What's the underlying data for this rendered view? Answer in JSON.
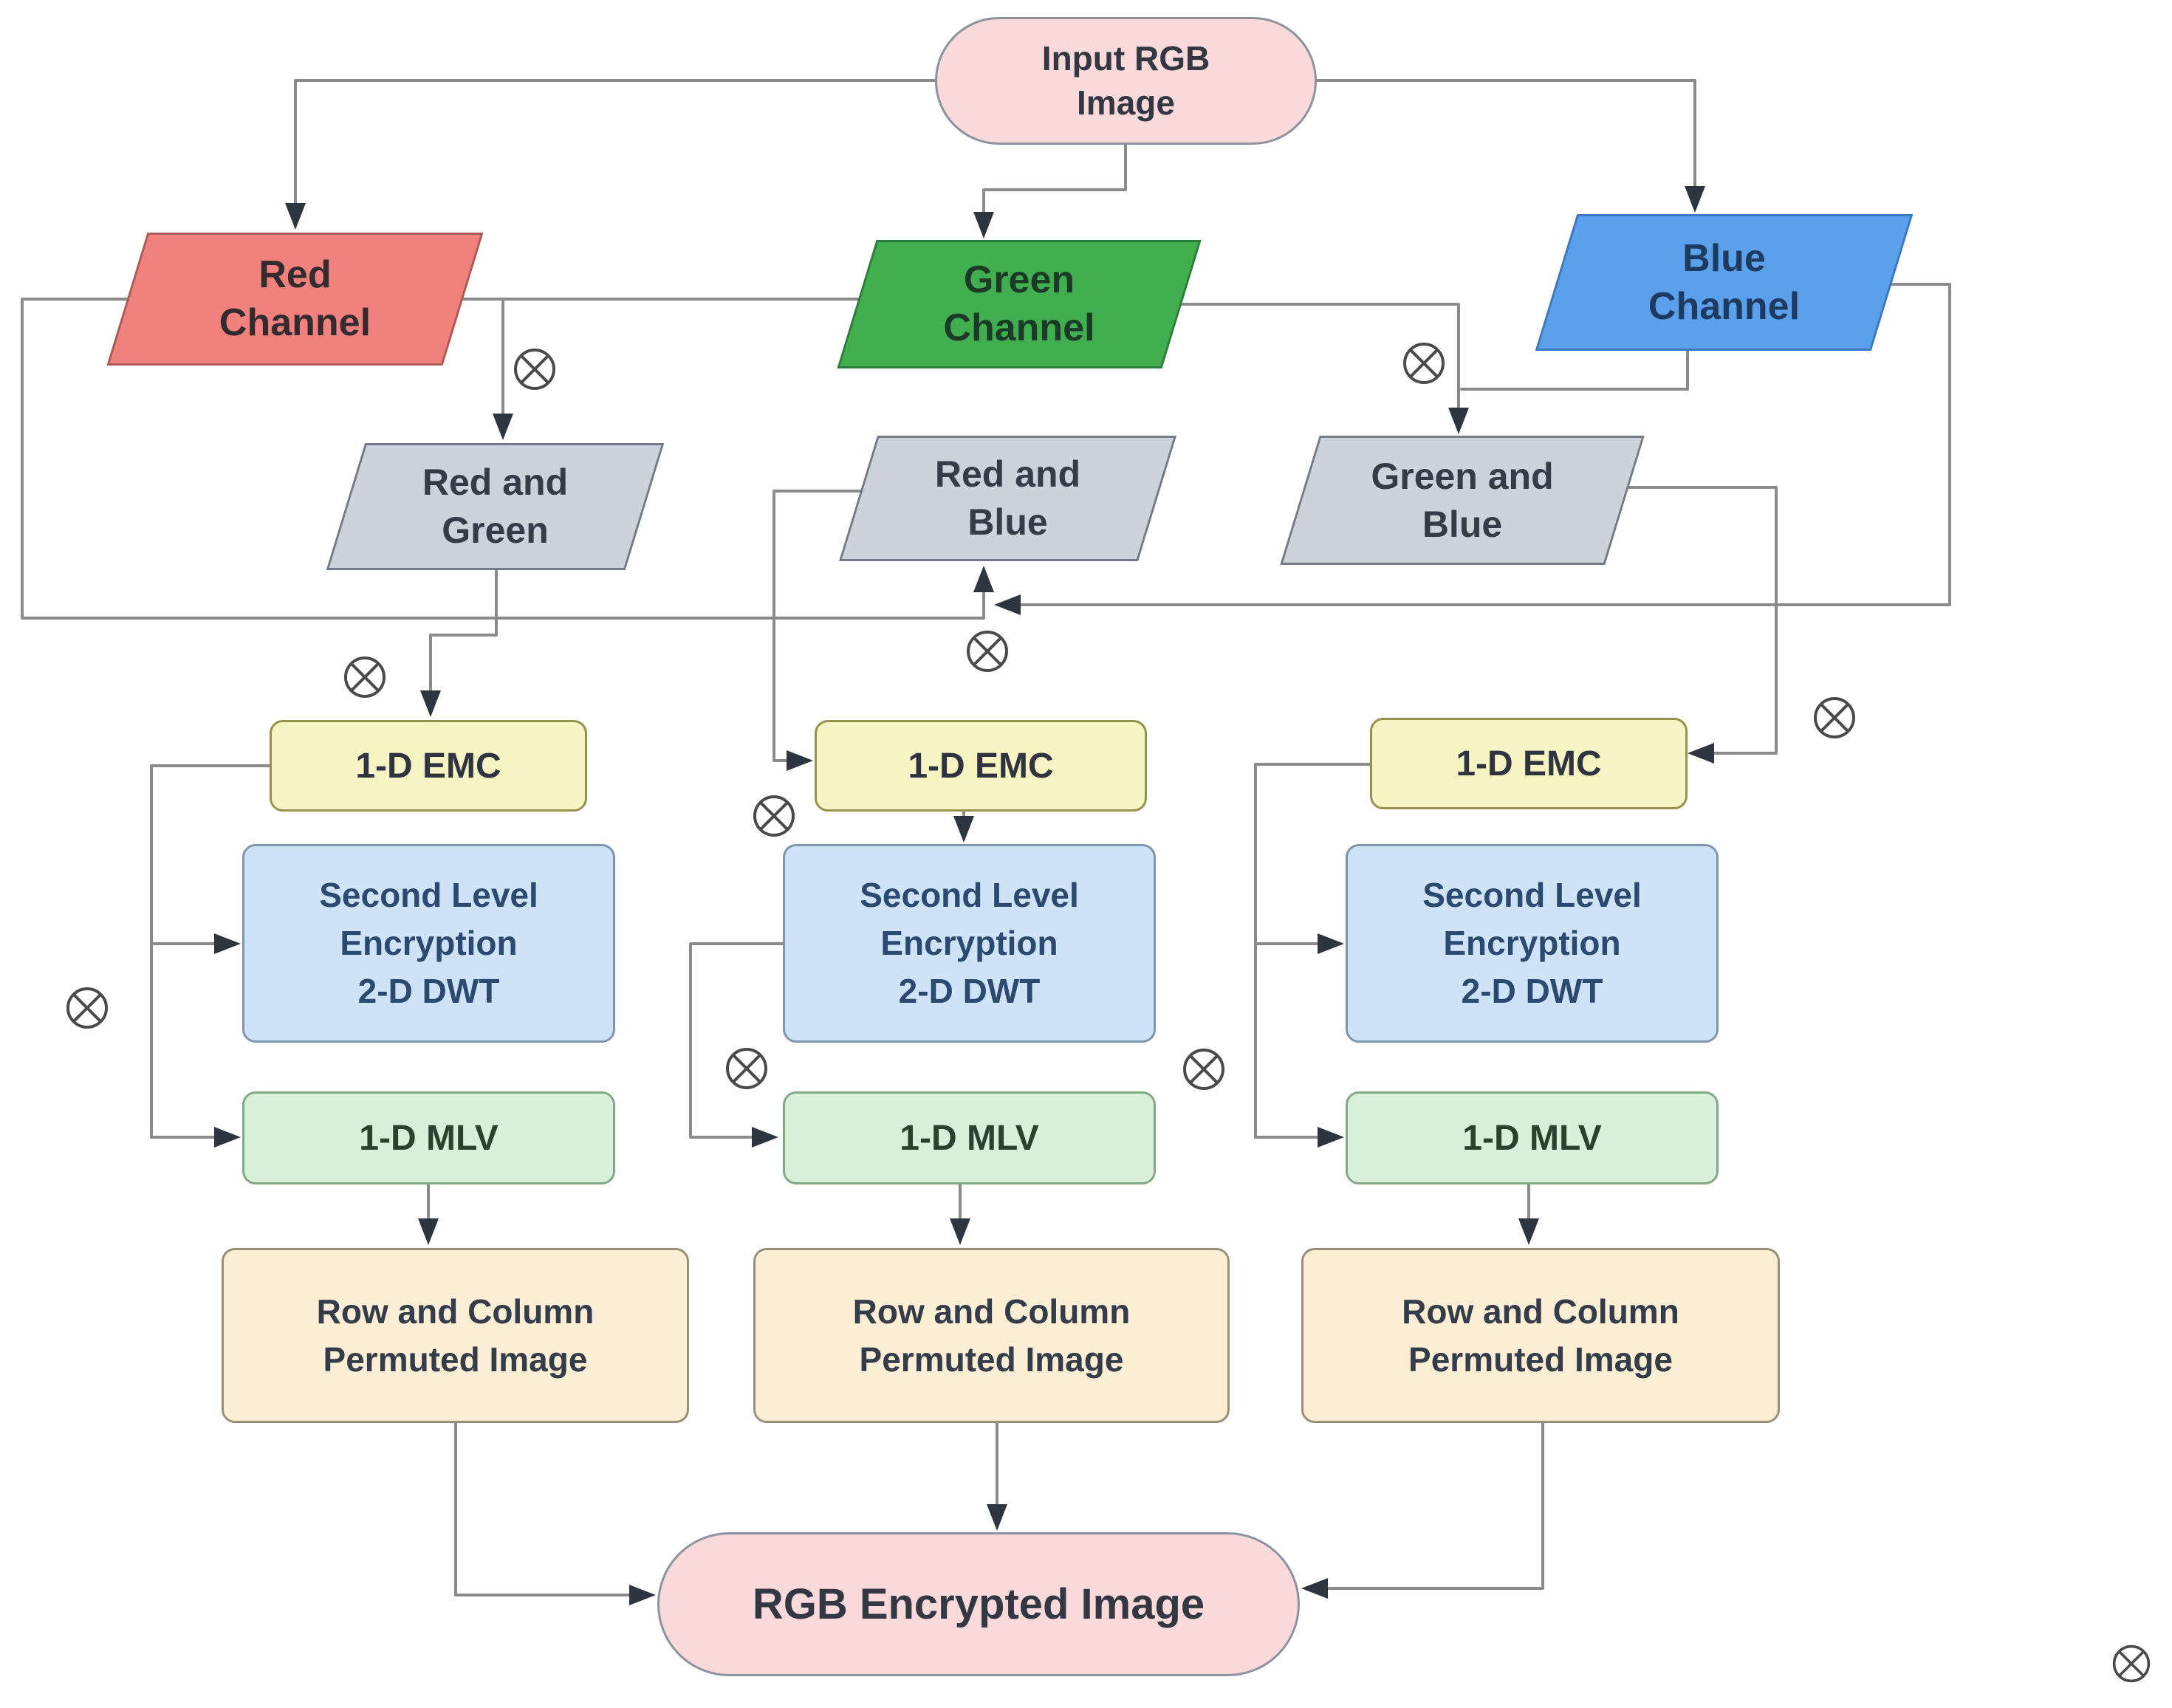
{
  "diagram": {
    "title": "RGB image encryption flowchart",
    "nodes": {
      "input_rgb_image": {
        "lines": [
          "Input RGB",
          "Image"
        ]
      },
      "red_channel": {
        "lines": [
          "Red",
          "Channel"
        ]
      },
      "green_channel": {
        "lines": [
          "Green",
          "Channel"
        ]
      },
      "blue_channel": {
        "lines": [
          "Blue",
          "Channel"
        ]
      },
      "red_and_green": {
        "lines": [
          "Red and",
          "Green"
        ]
      },
      "red_and_blue": {
        "lines": [
          "Red and",
          "Blue"
        ]
      },
      "green_and_blue": {
        "lines": [
          "Green and",
          "Blue"
        ]
      },
      "emc_left": {
        "label": "1-D EMC"
      },
      "emc_middle": {
        "label": "1-D EMC"
      },
      "emc_right": {
        "label": "1-D EMC"
      },
      "dwt_left": {
        "lines": [
          "Second Level",
          "Encryption",
          "2-D DWT"
        ]
      },
      "dwt_middle": {
        "lines": [
          "Second Level",
          "Encryption",
          "2-D DWT"
        ]
      },
      "dwt_right": {
        "lines": [
          "Second Level",
          "Encryption",
          "2-D DWT"
        ]
      },
      "mlv_left": {
        "label": "1-D MLV"
      },
      "mlv_middle": {
        "label": "1-D MLV"
      },
      "mlv_right": {
        "label": "1-D MLV"
      },
      "permuted_left": {
        "lines": [
          "Row and Column",
          "Permuted Image"
        ]
      },
      "permuted_middle": {
        "lines": [
          "Row and Column",
          "Permuted Image"
        ]
      },
      "permuted_right": {
        "lines": [
          "Row and Column",
          "Permuted Image"
        ]
      },
      "rgb_encrypted_image": {
        "label": "RGB Encrypted Image"
      }
    },
    "icons": {
      "xor_operator": {
        "glyph": "⊗",
        "meaning": "XOR operation",
        "count": 10
      }
    },
    "colors": {
      "canvas_background": "#ffffff",
      "input_output_fill": "#f9d9da",
      "red_channel_fill": "#f0817c",
      "green_channel_fill": "#41ae4f",
      "blue_channel_fill": "#5aa0ea",
      "combined_channel_fill": "#cdd3da",
      "emc_fill": "#f7f4c4",
      "dwt_fill": "#cfe3f8",
      "mlv_fill": "#d8f0d9",
      "permuted_fill": "#faeed4",
      "connector_line": "#8b8b8b",
      "arrowhead": "#2c3540"
    }
  }
}
